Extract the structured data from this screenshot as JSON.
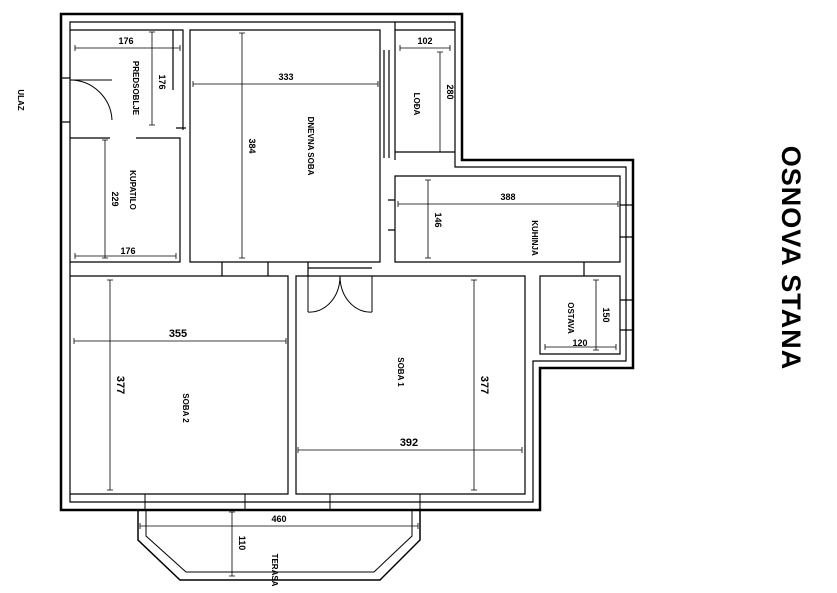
{
  "title": "OSNOVA STANA",
  "entrance_label": "ULAZ",
  "rooms": {
    "predsoblje": "PREDSOBLJE",
    "dnevna_soba": "DNEVNA SOBA",
    "loda": "LOĐA",
    "kupatilo": "KUPATILO",
    "kuhinja": "KUHINJA",
    "ostava": "OSTAVA",
    "soba1": "SOBA 1",
    "soba2": "SOBA 2",
    "terasa": "TERASA"
  },
  "dimensions": {
    "predsoblje_w": "176",
    "predsoblje_h": "176",
    "dnevna_w": "333",
    "dnevna_h": "384",
    "loda_w": "102",
    "loda_h": "280",
    "kupatilo_w": "176",
    "kupatilo_h": "229",
    "kuhinja_w": "388",
    "kuhinja_h": "146",
    "ostava_w": "120",
    "ostava_h": "150",
    "soba2_w": "355",
    "soba2_h": "377",
    "soba1_w": "392",
    "soba1_h": "377",
    "terasa_w": "460",
    "terasa_h": "110"
  }
}
